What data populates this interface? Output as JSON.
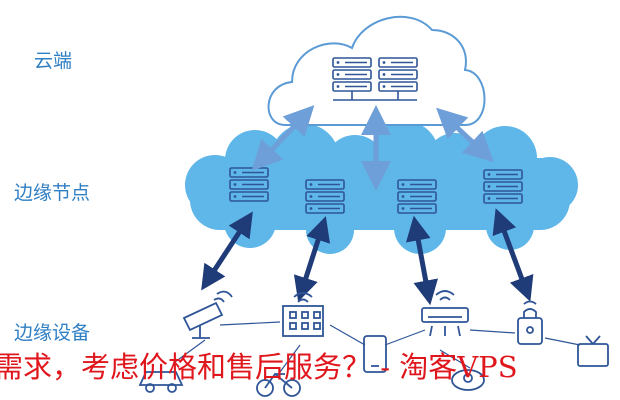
{
  "labels": {
    "cloud": "云端",
    "edge_nodes": "边缘节点",
    "edge_devices": "边缘设备"
  },
  "watermark": "需求，考虑价格和售后服务？ - 淘客VPS",
  "colors": {
    "label_blue": "#2f7fc4",
    "cloud_fill": "#5fb6e9",
    "cloud_outline": "#5b9bd5",
    "server_navy": "#2f5597",
    "arrow_light": "#6f9fd8",
    "arrow_dark": "#1f3b78",
    "watermark_red": "#e0161d"
  },
  "icons": [
    "server-rack-icon",
    "cctv-camera-icon",
    "building-icon",
    "smartphone-icon",
    "air-conditioner-icon",
    "smart-lock-icon",
    "tv-icon",
    "car-icon",
    "bicycle-icon",
    "robot-vacuum-icon"
  ]
}
